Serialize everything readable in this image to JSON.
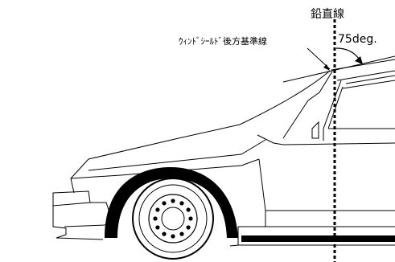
{
  "labels": {
    "vertical_line": "鉛直線",
    "windshield_reference": "ｳｨﾝﾄﾞｼｰﾙﾄﾞ後方基準線",
    "angle": "75deg."
  },
  "colors": {
    "ink": "#000000",
    "background": "#ffffff"
  }
}
